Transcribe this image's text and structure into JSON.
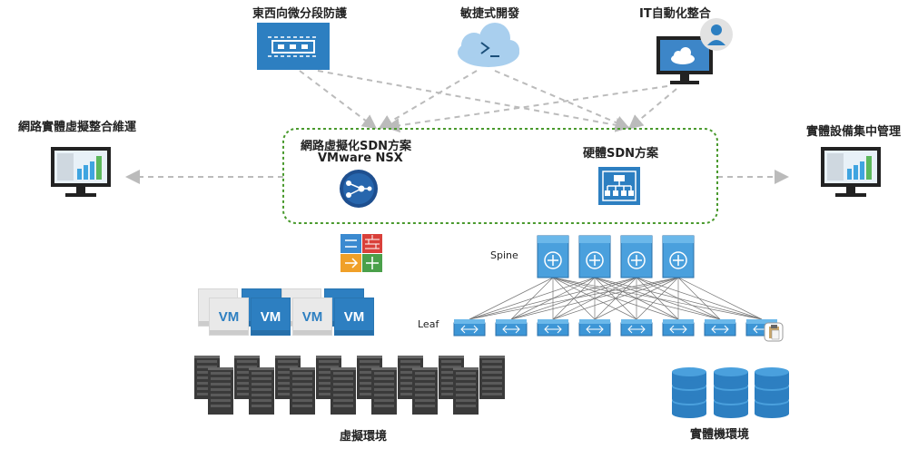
{
  "top": {
    "microseg_label": "東西向微分段防護",
    "agile_label": "敏捷式開發",
    "it_auto_label": "IT自動化整合"
  },
  "left_label": "網路實體虛擬整合維運",
  "right_label": "實體設備集中管理",
  "center": {
    "nsx_title_line1": "網路虛擬化SDN方案",
    "nsx_title_line2": "VMware NSX",
    "hw_title": "硬體SDN方案"
  },
  "fabric": {
    "spine_label": "Spine",
    "leaf_label": "Leaf"
  },
  "vm": {
    "label": "VM"
  },
  "bottom": {
    "virtual_label": "虛擬環境",
    "physical_label": "實體機環境"
  },
  "colors": {
    "accent_blue": "#2d7fc1",
    "dashed_green": "#4a9a2e",
    "arrow_gray": "#bbbbbb",
    "server_dark": "#3a3a3a"
  }
}
